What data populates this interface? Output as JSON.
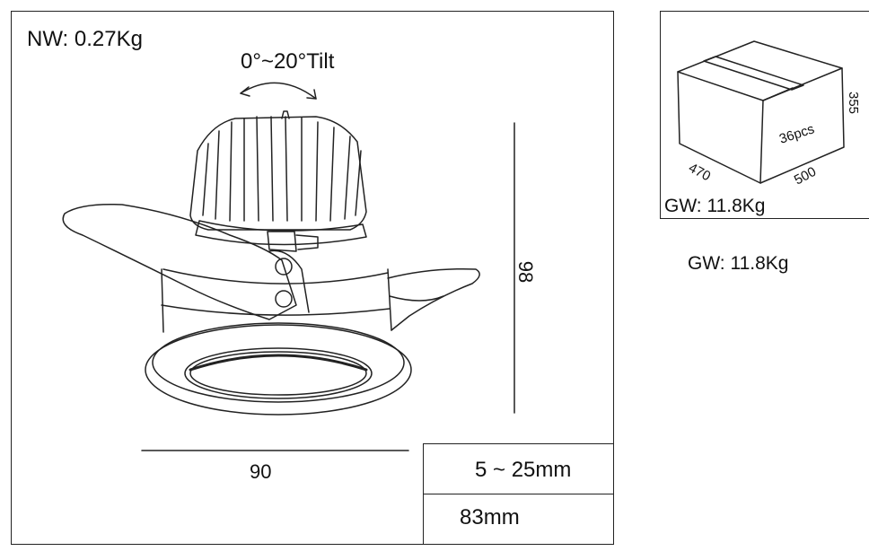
{
  "net_weight": "NW: 0.27Kg",
  "tilt_label": "0°~20°Tilt",
  "width_dimension": "90",
  "height_dimension": "98",
  "ceiling_thickness": "5 ~ 25mm",
  "cutout_diameter": "83mm",
  "carton": {
    "quantity": "36pcs",
    "length": "470",
    "width": "500",
    "height": "355",
    "gross_weight": "GW: 11.8Kg"
  },
  "gross_weight_caption": "GW: 11.8Kg"
}
